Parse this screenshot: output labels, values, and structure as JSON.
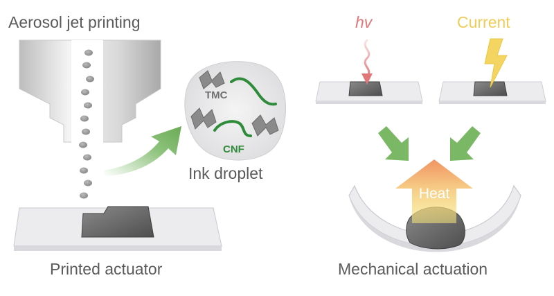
{
  "labels": {
    "aerosol_jet_printing": "Aerosol jet printing",
    "printed_actuator": "Printed actuator",
    "ink_droplet": "Ink droplet",
    "tmc": "TMC",
    "cnf": "CNF",
    "hv": "hv",
    "current": "Current",
    "heat": "Heat",
    "mechanical_actuation": "Mechanical actuation"
  },
  "colors": {
    "label_gray": "#5a5a5a",
    "tmc_gray": "#707070",
    "cnf_green": "#2e8b3a",
    "hv_pink": "#e0787a",
    "current_yellow": "#f0cc5a",
    "arrow_green": "#7ab866",
    "heat_orange": "#f08a55",
    "heat_yellow": "#f7e77a",
    "film_dark": "#5e5e5e",
    "substrate": "#e9e9ec"
  }
}
